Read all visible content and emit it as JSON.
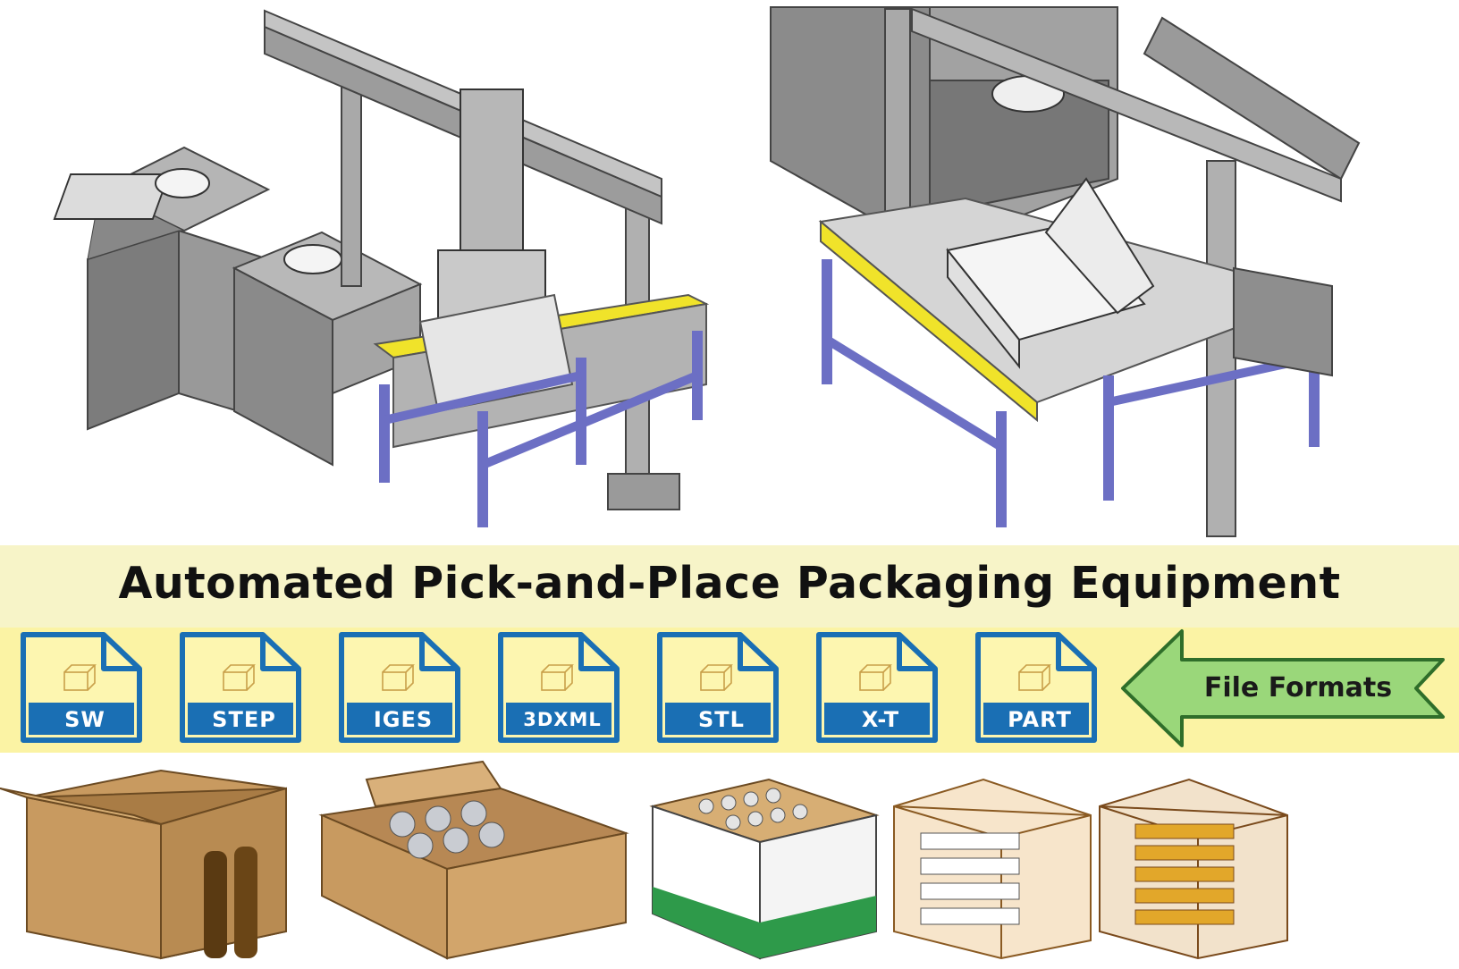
{
  "title": "Automated Pick-and-Place Packaging Equipment",
  "file_formats_label": "File Formats",
  "formats": [
    "SW",
    "STEP",
    "IGES",
    "3DXML",
    "STL",
    "X-T",
    "PART"
  ],
  "colors": {
    "title_band": "#f7f4c8",
    "formats_band": "#fbf3a4",
    "file_icon_blue": "#1a6fb4",
    "arrow_green": "#9ad77a",
    "machine_gray": "#8f8f8f",
    "frame_blue": "#6c6fc4",
    "rail_yellow": "#f0e32a",
    "cardboard": "#c89a60"
  },
  "icons": [
    "file-icon",
    "cube-icon",
    "arrow-left-icon"
  ]
}
